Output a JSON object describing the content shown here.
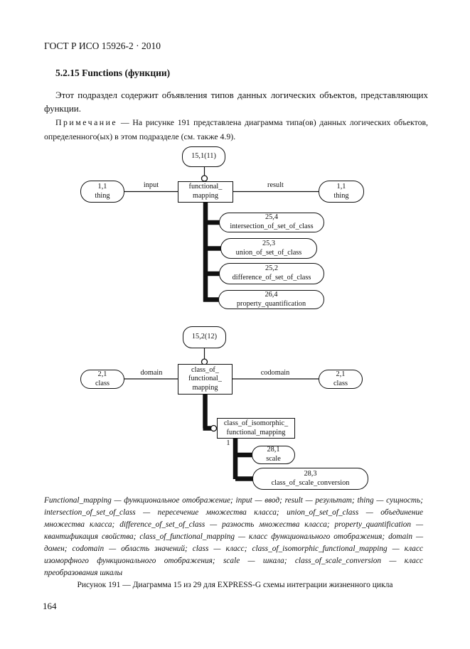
{
  "page": {
    "header": "ГОСТ Р ИСО 15926-2 · 2010",
    "page_number": "164"
  },
  "section": {
    "heading": "5.2.15 Functions (функции)",
    "paragraph": "Этот подраздел содержит объявления типов данных логических объектов, представляющих функции.",
    "note": {
      "label": "Примечание",
      "text": " — На рисунке 191 представлена диаграмма типа(ов) данных логических объектов, определенного(ых) в этом подразделе (см. также 4.9)."
    }
  },
  "diagram": {
    "page_refs": {
      "ref1": "15,1(11)",
      "ref2": "15,2(12)"
    },
    "nodes": {
      "thing_left": "1,1\nthing",
      "functional_mapping": "functional_\nmapping",
      "thing_right": "1,1\nthing",
      "intersection_of_set_of_class": "25,4\nintersection_of_set_of_class",
      "union_of_set_of_class": "25,3\nunion_of_set_of_class",
      "difference_of_set_of_class": "25,2\ndifference_of_set_of_class",
      "property_quantification": "26,4\nproperty_quantification",
      "class_left": "2,1\nclass",
      "class_of_functional_mapping": "class_of_\nfunctional_\nmapping",
      "class_right": "2,1\nclass",
      "class_of_isomorphic_functional_mapping": "class_of_isomorphic_\nfunctional_mapping",
      "scale": "28,1\nscale",
      "class_of_scale_conversion": "28,3\nclass_of_scale_conversion"
    },
    "edge_labels": {
      "input": "input",
      "result": "result",
      "domain": "domain",
      "codomain": "codomain",
      "cardinality_one": "1"
    }
  },
  "legend": "Functional_mapping — функциональное отображение; input — ввод; result — результат; thing — сущность; intersection_of_set_of_class — пересечение множества класса; union_of_set_of_class — объединение множества класса; difference_of_set_of_class — разность множества класса; property_quantification — квантификация свойства; class_of_functional_mapping — класс функционального отображения; domain — домен; codomain — область значений; class — класс; class_of_isomorphic_functional_mapping — класс изоморфного функционального отображения; scale — шкала; class_of_scale_conversion — класс преобразования шкалы",
  "caption": "Рисунок 191 — Диаграмма 15 из 29 для EXPRESS-G схемы интеграции жизненного цикла"
}
